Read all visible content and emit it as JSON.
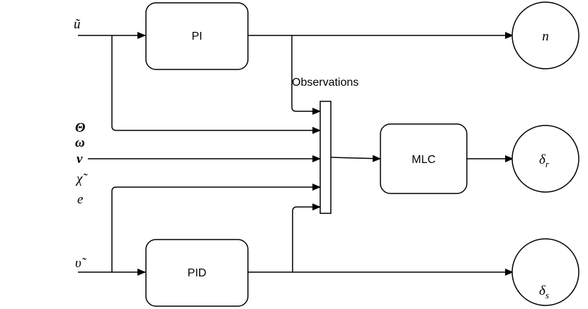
{
  "blocks": {
    "pi": "PI",
    "pid": "PID",
    "mlc": "MLC"
  },
  "observations_label": "Observations",
  "inputs": {
    "u": "ũ",
    "theta": "Θ",
    "omega": "ω",
    "nu": "ν",
    "chi": "χ̃",
    "e": "e",
    "upsilon": "υ̃"
  },
  "outputs": {
    "n": "n",
    "delta": "δ",
    "delta_r_sub": "r",
    "delta_s_sub": "s"
  }
}
